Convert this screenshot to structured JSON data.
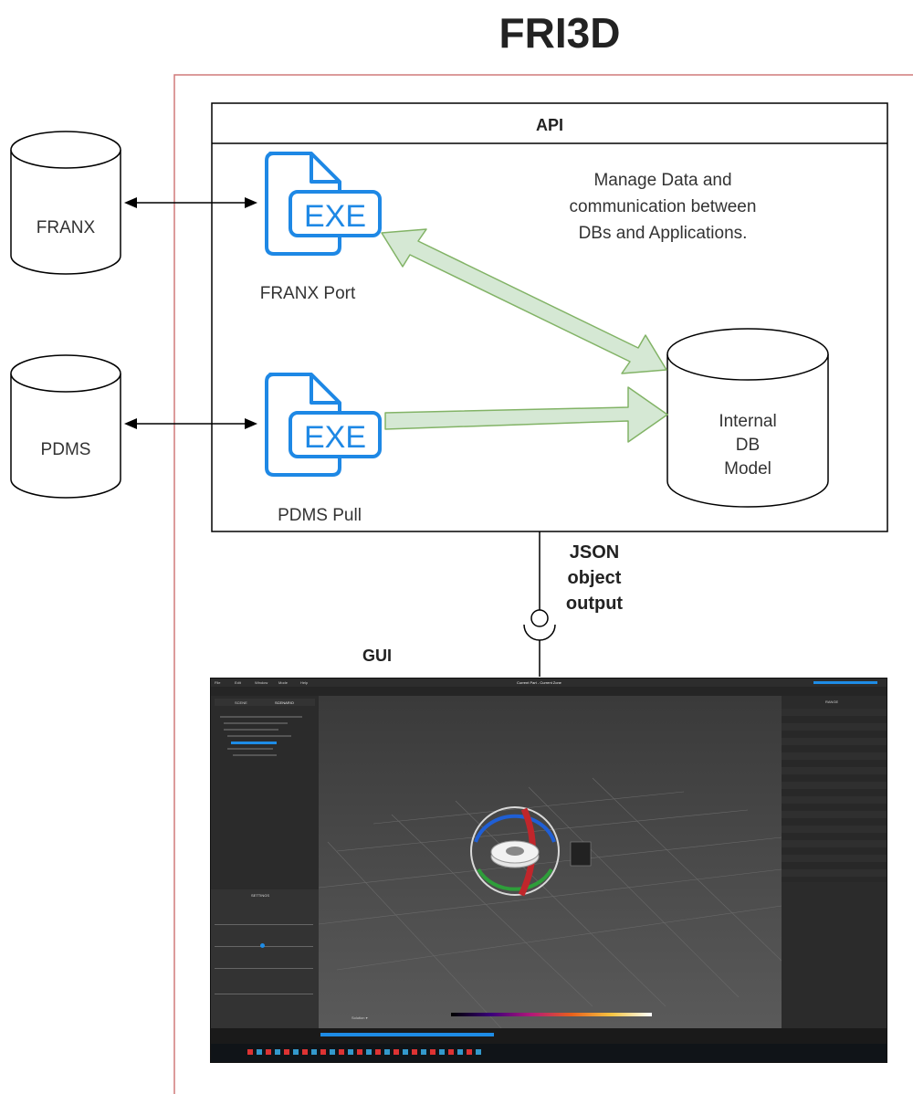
{
  "title": "FRI3D",
  "api": {
    "header": "API",
    "description_lines": [
      "Manage Data and",
      "communication between",
      "DBs and Applications."
    ]
  },
  "external_dbs": [
    {
      "label": "FRANX"
    },
    {
      "label": "PDMS"
    }
  ],
  "executables": [
    {
      "icon_text": "EXE",
      "label": "FRANX Port"
    },
    {
      "icon_text": "EXE",
      "label": "PDMS Pull"
    }
  ],
  "internal_db": {
    "lines": [
      "Internal",
      "DB",
      "Model"
    ]
  },
  "interface": {
    "lines": [
      "JSON",
      "object",
      "output"
    ]
  },
  "gui": {
    "label": "GUI",
    "screenshot": {
      "window_title": "Current Part  -  Current Zone",
      "menu": [
        "File",
        "Edit",
        "Window",
        "Mode",
        "Help"
      ],
      "left_tabs": [
        "SCENE",
        "SCENARIO"
      ],
      "right_tab": "RANGE",
      "settings_header": "SETTINGS",
      "status_text": "Solution  ▾"
    },
    "colors": {
      "window_bg": "#1e1e1e",
      "panel_bg": "#2b2b2b",
      "viewport_bg": "#4a4a4a",
      "accent_blue": "#1e8ce6",
      "gizmo_red": "#c0262b",
      "gizmo_green": "#2e9e3a",
      "gizmo_blue": "#1f5fd6"
    }
  },
  "colors": {
    "icon_blue": "#1e88e5",
    "arrow_fill": "#d5e8d4",
    "arrow_stroke": "#82b366",
    "boundary_red": "#d07a7a"
  }
}
